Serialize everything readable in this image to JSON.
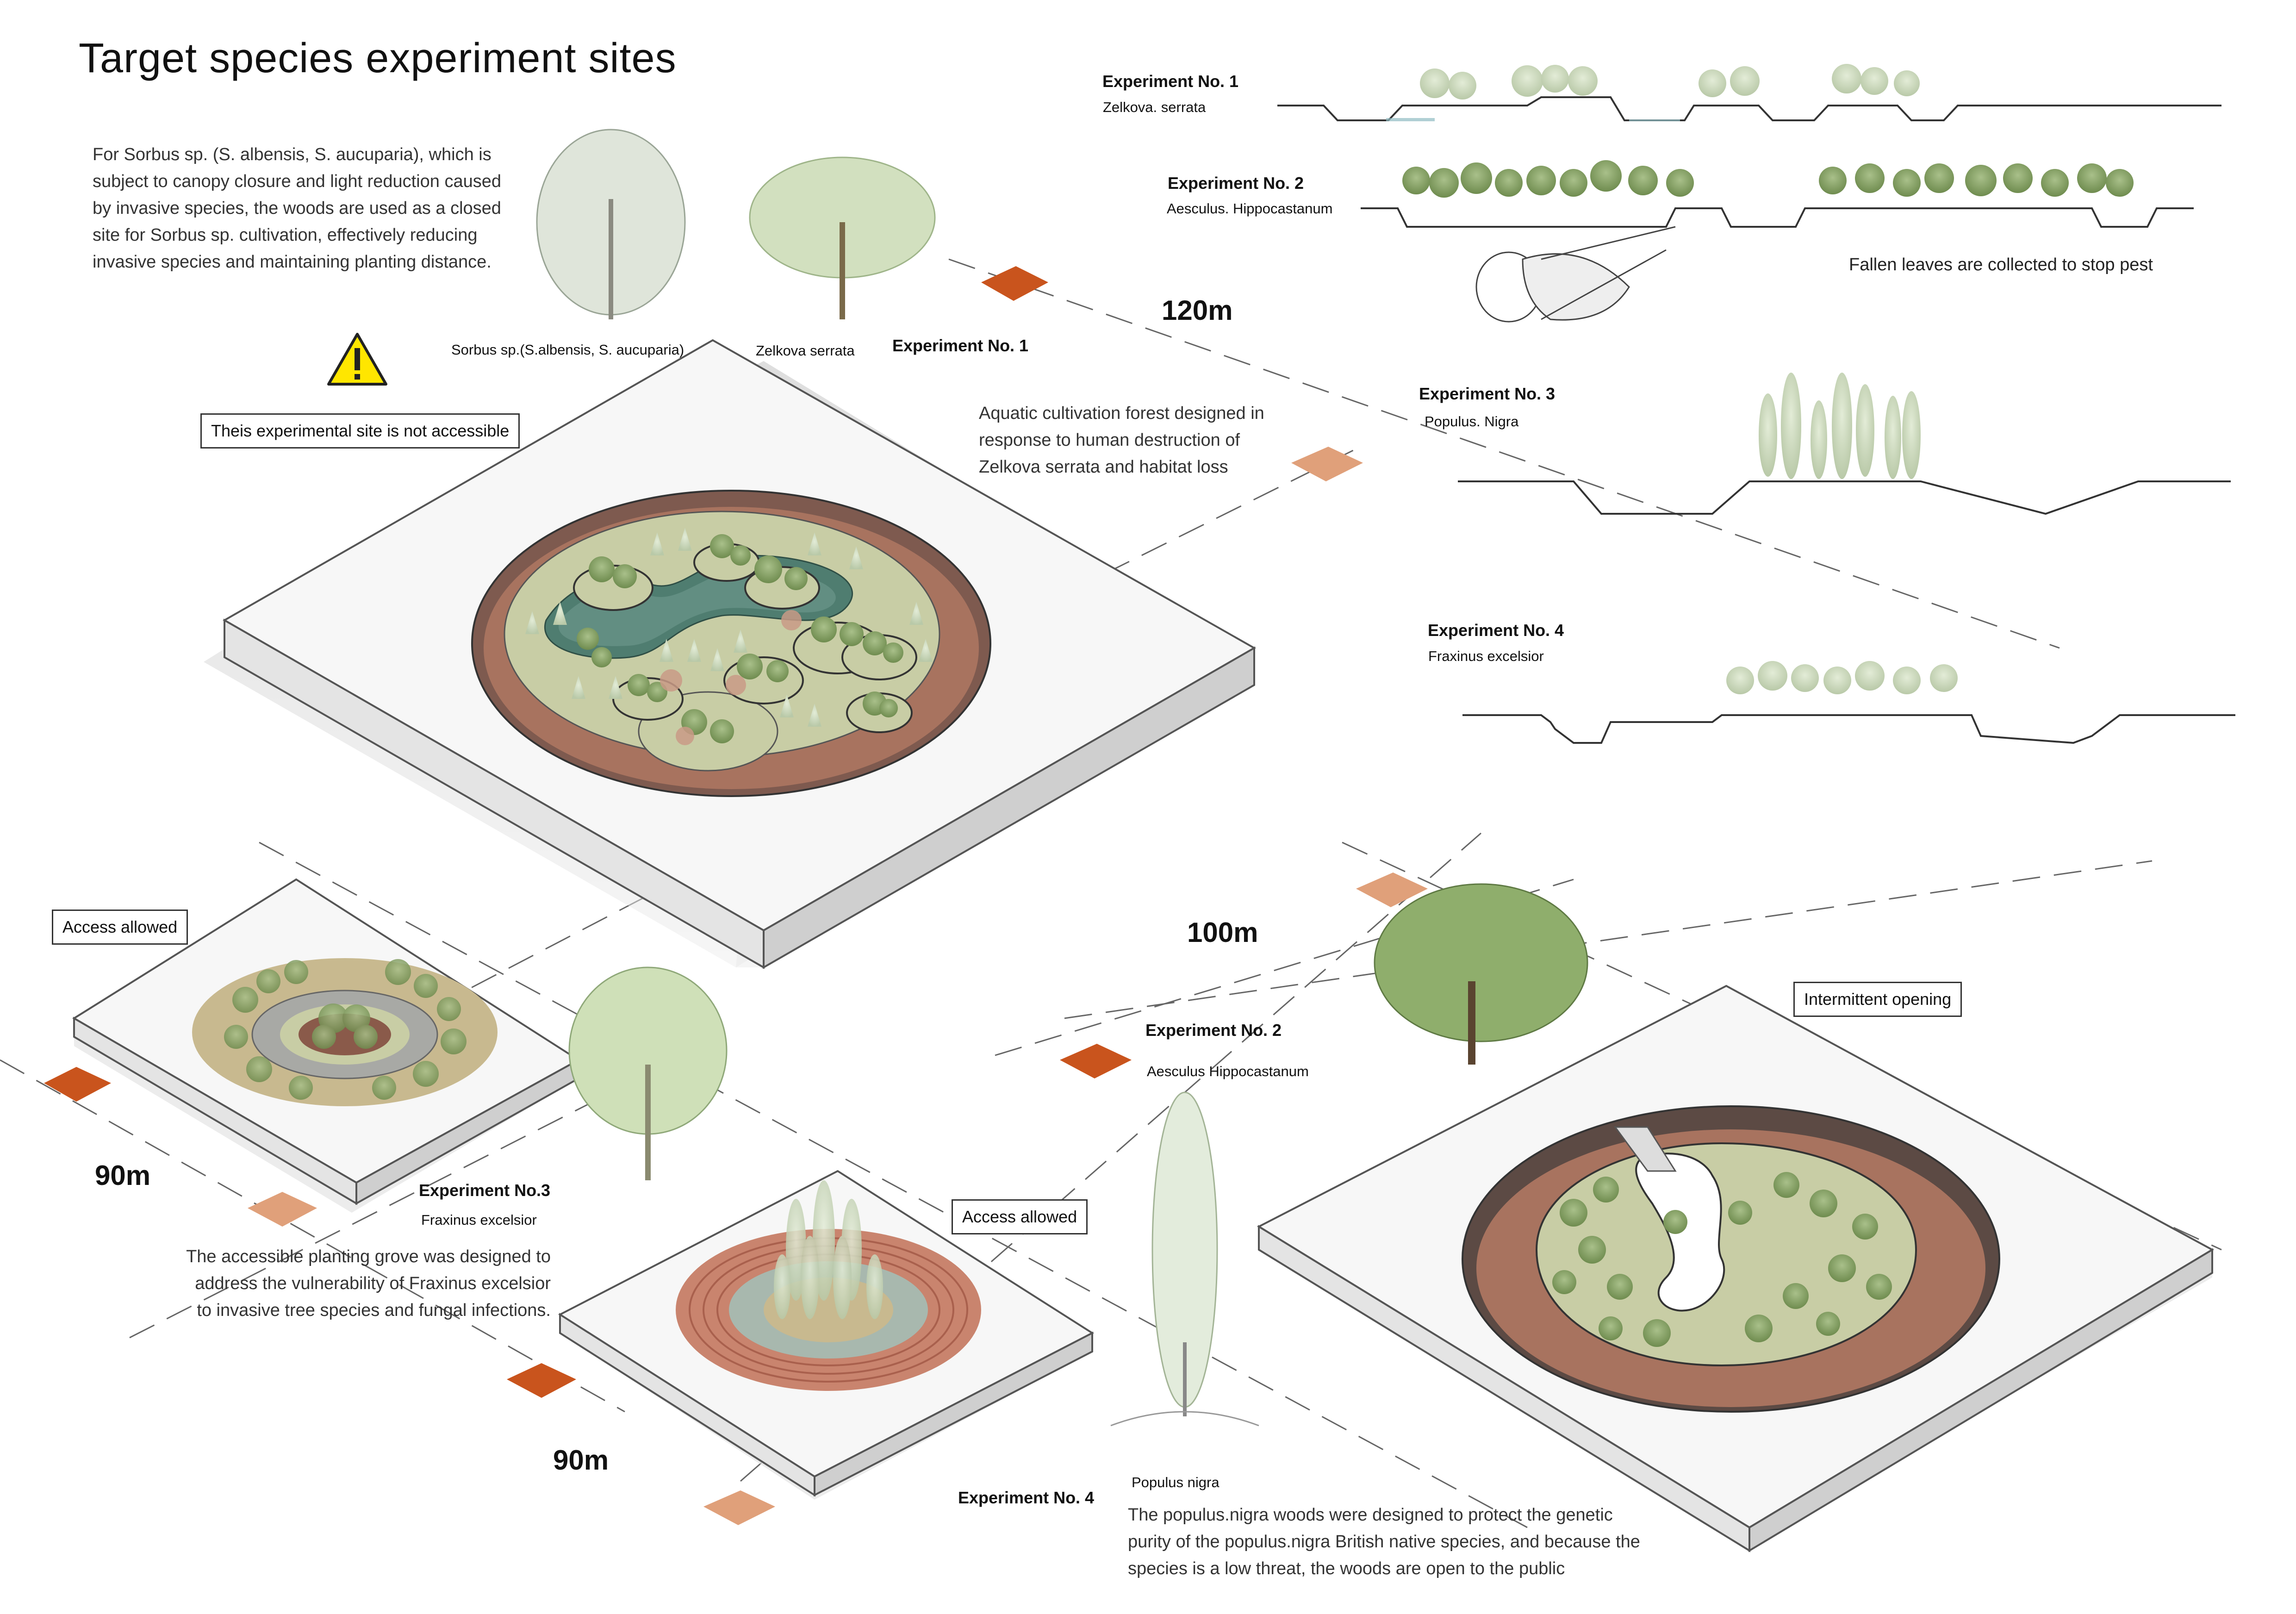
{
  "title": "Target species experiment sites",
  "intro": "For Sorbus sp. (S. albensis, S. aucuparia), which is subject to canopy closure and light reduction caused by invasive species, the woods are used as a closed site for Sorbus sp. cultivation, effectively reducing invasive species and maintaining planting distance.",
  "warning_icon": "warning-triangle-icon",
  "labels": {
    "sorbus": "Sorbus sp.(S.albensis, S. aucuparia)",
    "zelkova": "Zelkova serrata",
    "not_accessible": "Theis experimental site is not accessible",
    "access_allowed_1": "Access allowed",
    "access_allowed_2": "Access allowed",
    "intermittent": "Intermittent opening",
    "populus_nigra_tree": "Populus nigra"
  },
  "dimensions": {
    "d120": "120m",
    "d100": "100m",
    "d90a": "90m",
    "d90b": "90m"
  },
  "sites": {
    "exp1": {
      "head": "Experiment No. 1",
      "desc": "Aquatic cultivation forest designed in response to human destruction of Zelkova serrata and habitat loss"
    },
    "exp2": {
      "head": "Experiment No. 2",
      "species": "Aesculus Hippocastanum"
    },
    "exp3": {
      "head": "Experiment No.3",
      "species": "Fraxinus excelsior",
      "desc": "The accessible planting grove was designed to address the vulnerability of Fraxinus excelsior to invasive tree species and fungal infections."
    },
    "exp4": {
      "head": "Experiment No. 4"
    },
    "populus_desc": "The populus.nigra woods were designed to protect the genetic purity of the populus.nigra British native species, and because the species is a low threat, the woods are open to the public"
  },
  "sections": [
    {
      "head": "Experiment No. 1",
      "species": "Zelkova. serrata"
    },
    {
      "head": "Experiment No. 2",
      "species": "Aesculus. Hippocastanum",
      "note": "Fallen leaves are collected to stop pest"
    },
    {
      "head": "Experiment No. 3",
      "species": "Populus. Nigra"
    },
    {
      "head": "Experiment No. 4",
      "species": "Fraxinus excelsior"
    }
  ],
  "colors": {
    "accent_orange": "#c9541d",
    "light_orange": "#e0a07a",
    "ring_brown": "#a8735f",
    "ground_green": "#c8cda5",
    "tree_green": "#7f9c5c",
    "water": "#4f7d70"
  }
}
